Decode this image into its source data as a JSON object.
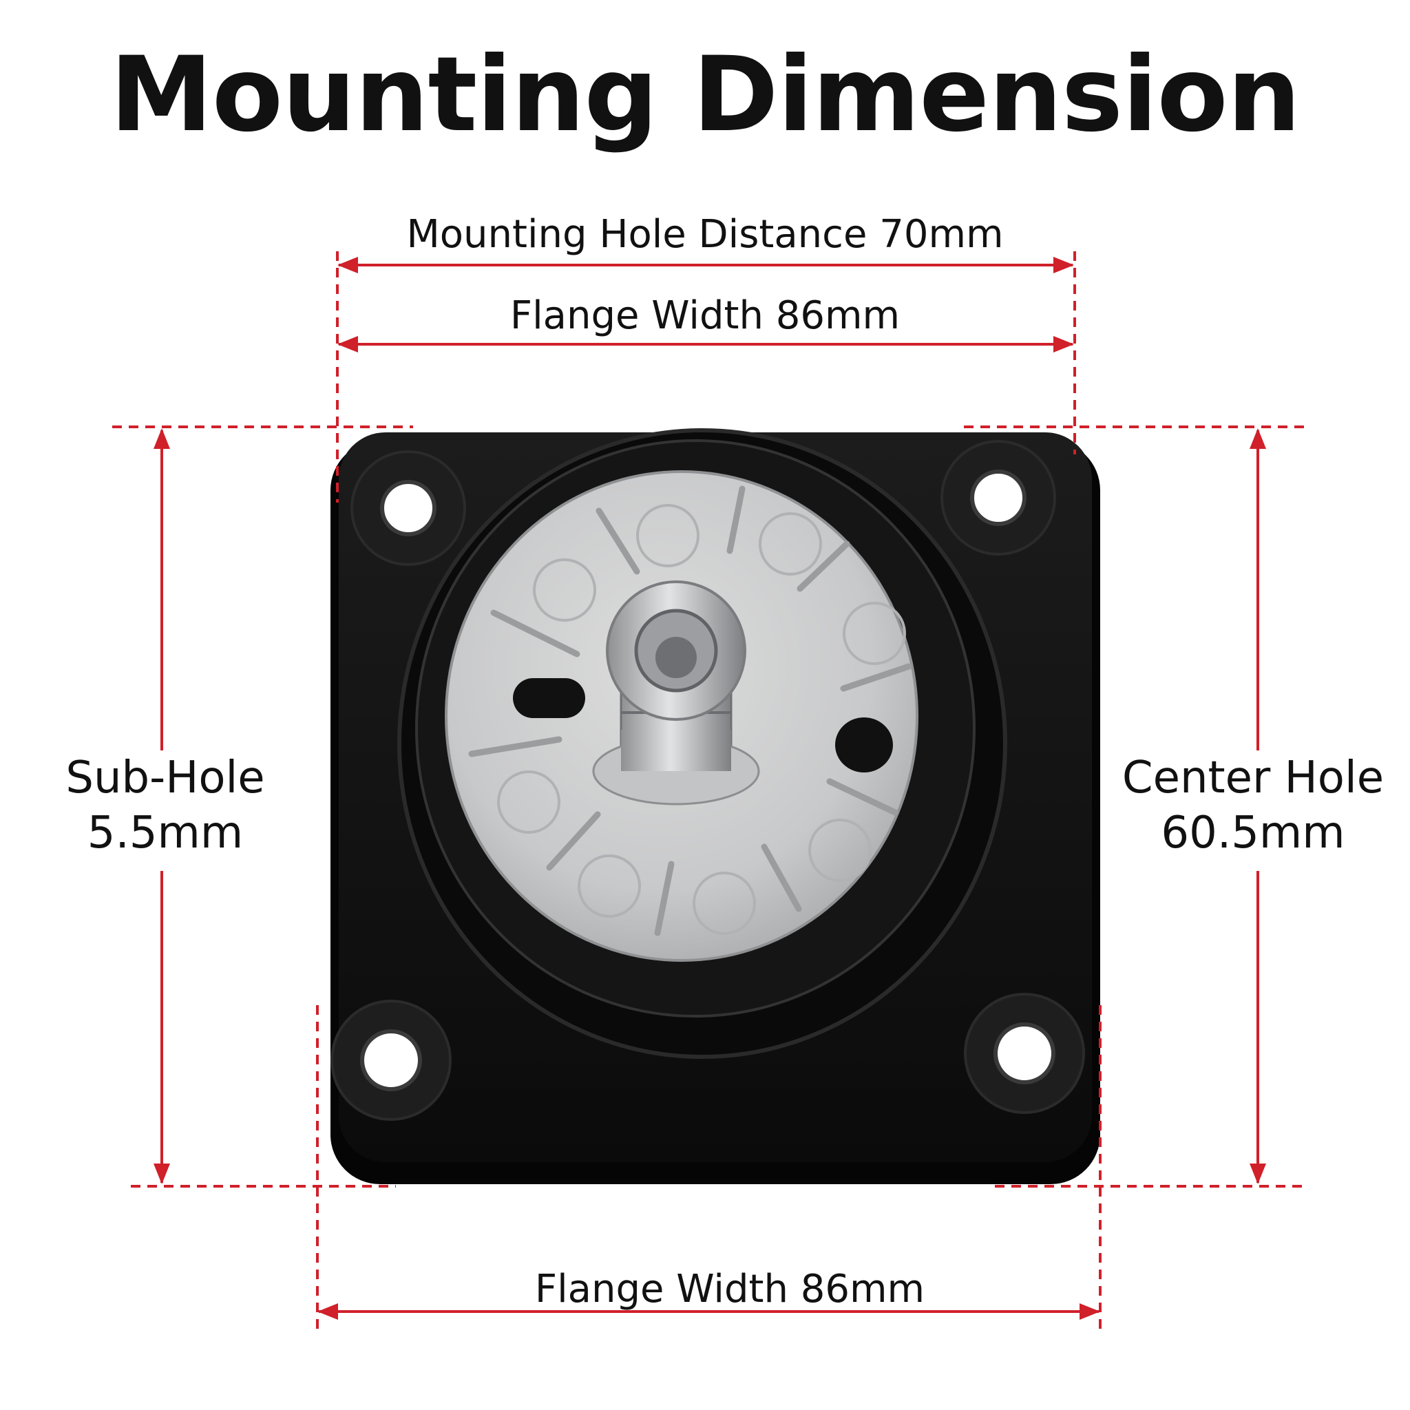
{
  "title": "Mounting Dimension",
  "dimensions": {
    "top_hole_distance": "Mounting Hole Distance 70mm",
    "top_flange_width": "Flange Width 86mm",
    "bottom_flange_width": "Flange Width 86mm",
    "sub_hole": {
      "line1": "Sub-Hole",
      "line2": "5.5mm"
    },
    "center_hole": {
      "line1": "Center Hole",
      "line2": "60.5mm"
    }
  },
  "colors": {
    "dimension_line": "#d0202a",
    "flange": "#141414",
    "hub": "#c9cacb"
  }
}
